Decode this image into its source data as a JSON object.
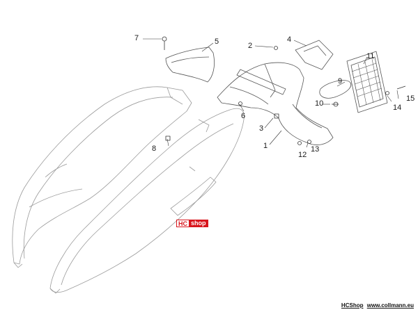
{
  "diagram": {
    "callouts": [
      "1",
      "2",
      "3",
      "4",
      "5",
      "6",
      "7",
      "8",
      "9",
      "10",
      "11",
      "12",
      "13",
      "14",
      "15"
    ]
  },
  "logo": {
    "hc": "HC",
    "shop": "shop"
  },
  "footer": {
    "brand": "HCShop",
    "url": "www.collmann.eu"
  },
  "colors": {
    "line": "#9a9a9a",
    "dark": "#333333",
    "accent": "#d8161d"
  }
}
